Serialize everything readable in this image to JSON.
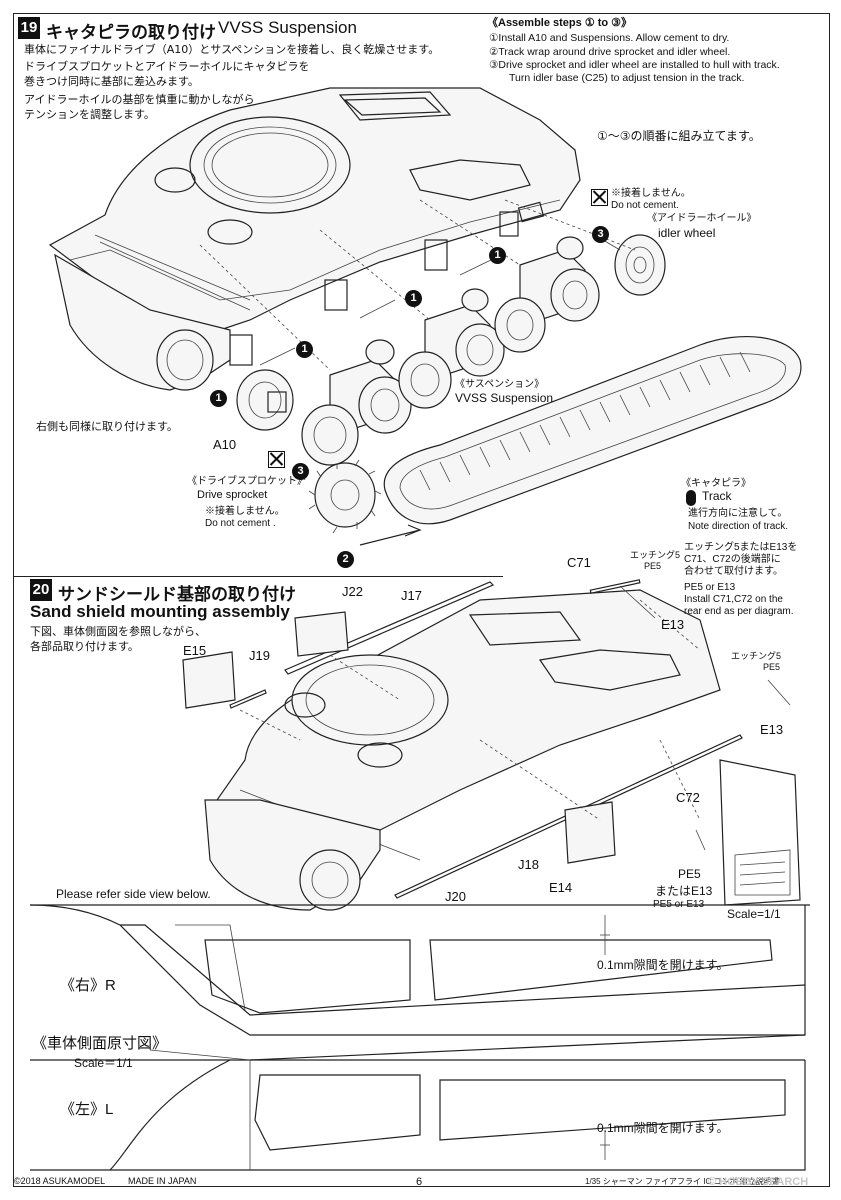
{
  "step19": {
    "number": "19",
    "title_jp": "キャタピラの取り付け",
    "title_en": "VVSS Suspension",
    "desc_jp": [
      "車体にファイナルドライブ（A10）とサスペンションを接着し、良く乾燥させます。",
      "ドライブスプロケットとアイドラーホイルにキャタピラを",
      "巻きつけ同時に基部に差込みます。",
      "アイドラーホイルの基部を慎重に動かしながら",
      "テンションを調整します。"
    ],
    "assemble_steps": {
      "title": "《Assemble steps ① to ③》",
      "lines": [
        "①Install A10 and Suspensions. Allow cement to dry.",
        "②Track wrap around drive sprocket and idler wheel.",
        "③Drive sprocket and idler wheel are installed to hull with track.",
        "Turn idler base (C25) to adjust tension in the track."
      ]
    },
    "order_jp": "①～③の順番に組み立てます。",
    "no_cement_jp": "※接着しません。",
    "no_cement_en": "Do not cement.",
    "idler_jp": "《アイドラーホイール》",
    "idler_en": "idler wheel",
    "suspension_jp": "《サスペンション》",
    "suspension_en": "VVSS Suspension",
    "right_side_jp": "右側も同様に取り付けます。",
    "part_a10": "A10",
    "sprocket_jp": "《ドライブスプロケット》",
    "sprocket_en": "Drive sprocket",
    "no_cement2_jp": "※接着しません。",
    "no_cement2_en": "Do not cement .",
    "track_jp": "《キャタピラ》",
    "track_en": "Track",
    "track_dir_jp": "進行方向に注意して。",
    "track_dir_en": "Note direction of track.",
    "markers": {
      "one": "1",
      "two": "2",
      "three": "3"
    }
  },
  "step20": {
    "number": "20",
    "title_jp": "サンドシールド基部の取り付け",
    "title_en": "Sand shield mounting assembly",
    "desc_jp": [
      "下図、車体側面図を参照しながら、",
      "各部品取り付けます。"
    ],
    "parts": {
      "c71": "C71",
      "j22": "J22",
      "j17": "J17",
      "e15": "E15",
      "j19": "J19",
      "e13a": "E13",
      "e13b": "E13",
      "c72": "C72",
      "j18": "J18",
      "e14": "E14",
      "j20": "J20"
    },
    "etch_note1": {
      "jp1": "エッチング5",
      "jp2": "PE5"
    },
    "etch_note2": {
      "jp": [
        "エッチング5またはE13を",
        "C71、C72の後端部に",
        "合わせて取付けます。"
      ],
      "en": [
        "PE5 or E13",
        "Install C71,C72 on the",
        "rear end as per diagram."
      ]
    },
    "etch_note3": {
      "jp1": "エッチング5",
      "jp2": "PE5"
    },
    "pe5_label": "PE5",
    "pe5_alt_jp": "またはE13",
    "pe5_alt_en": "PE5 or E13",
    "scale_detail": "Scale=1/1",
    "refer_side": "Please refer side view below."
  },
  "side_view": {
    "right_label": "《右》R",
    "left_label": "《左》L",
    "title_jp": "《車体側面原寸図》",
    "scale": "Scale＝1/1",
    "gap_note_right": "0.1mm隙間を開けます。",
    "gap_note_left": "0.1mm隙間を開けます。"
  },
  "footer": {
    "copyright": "©2018 ASUKAMODEL",
    "made_in": "MADE IN JAPAN",
    "page": "6",
    "product": "1/35 シャーマン ファイアフライ IC コンボ 組立説明書",
    "watermark": "© HOBBY SEARCH"
  }
}
